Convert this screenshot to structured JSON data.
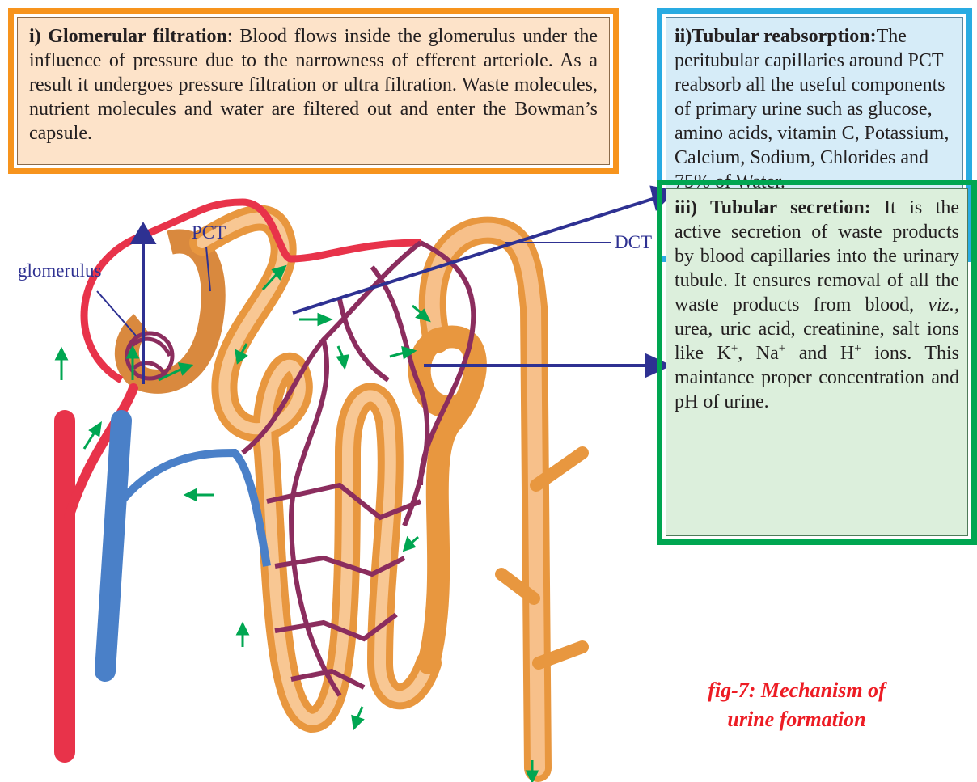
{
  "box1": {
    "title": "i) Glomerular filtration",
    "text": ": Blood flows inside the glomerulus under the influence of pressure due to the narrowness of efferent arteriole. As a result it undergoes pressure filtration or ultra filtration. Waste molecules, nutrient molecules and water are filtered out and enter the Bowman’s capsule."
  },
  "box2": {
    "title": "ii)Tubular reabsorption:",
    "text": "The peritubular capillaries around PCT  reabsorb all the useful components of primary urine such as glucose, amino acids, vitamin C, Potassium, Calcium, Sodium, Chlorides and 75% of Water."
  },
  "box3": {
    "title": "iii) Tubular secretion:",
    "text_a": " It is the active secretion of waste products by blood capillaries into the urinary tubule. It ensures removal of all the waste products from blood, ",
    "viz": "viz.,",
    "text_b": " urea, uric acid, creatinine, salt ions like K",
    "plus1": "+",
    "text_c": ", Na",
    "plus2": "+",
    "text_d": " and H",
    "plus3": "+",
    "text_e": " ions. This maintance proper concentration and pH of urine."
  },
  "labels": {
    "pct": "PCT",
    "glomerulus": "glomerulus",
    "dct": "DCT"
  },
  "caption": {
    "line1": "fig-7: Mechanism of",
    "line2": "urine formation"
  },
  "colors": {
    "orange_border": "#f7941d",
    "blue_border": "#29abe2",
    "green_border": "#00a651",
    "pointer_arrow": "#2e3192",
    "flow_arrow": "#00a651",
    "artery": "#e8334a",
    "vein": "#4a80c8",
    "capillary": "#8b2d5e",
    "tubule": "#f5b06a",
    "caption": "#ed1c24"
  }
}
